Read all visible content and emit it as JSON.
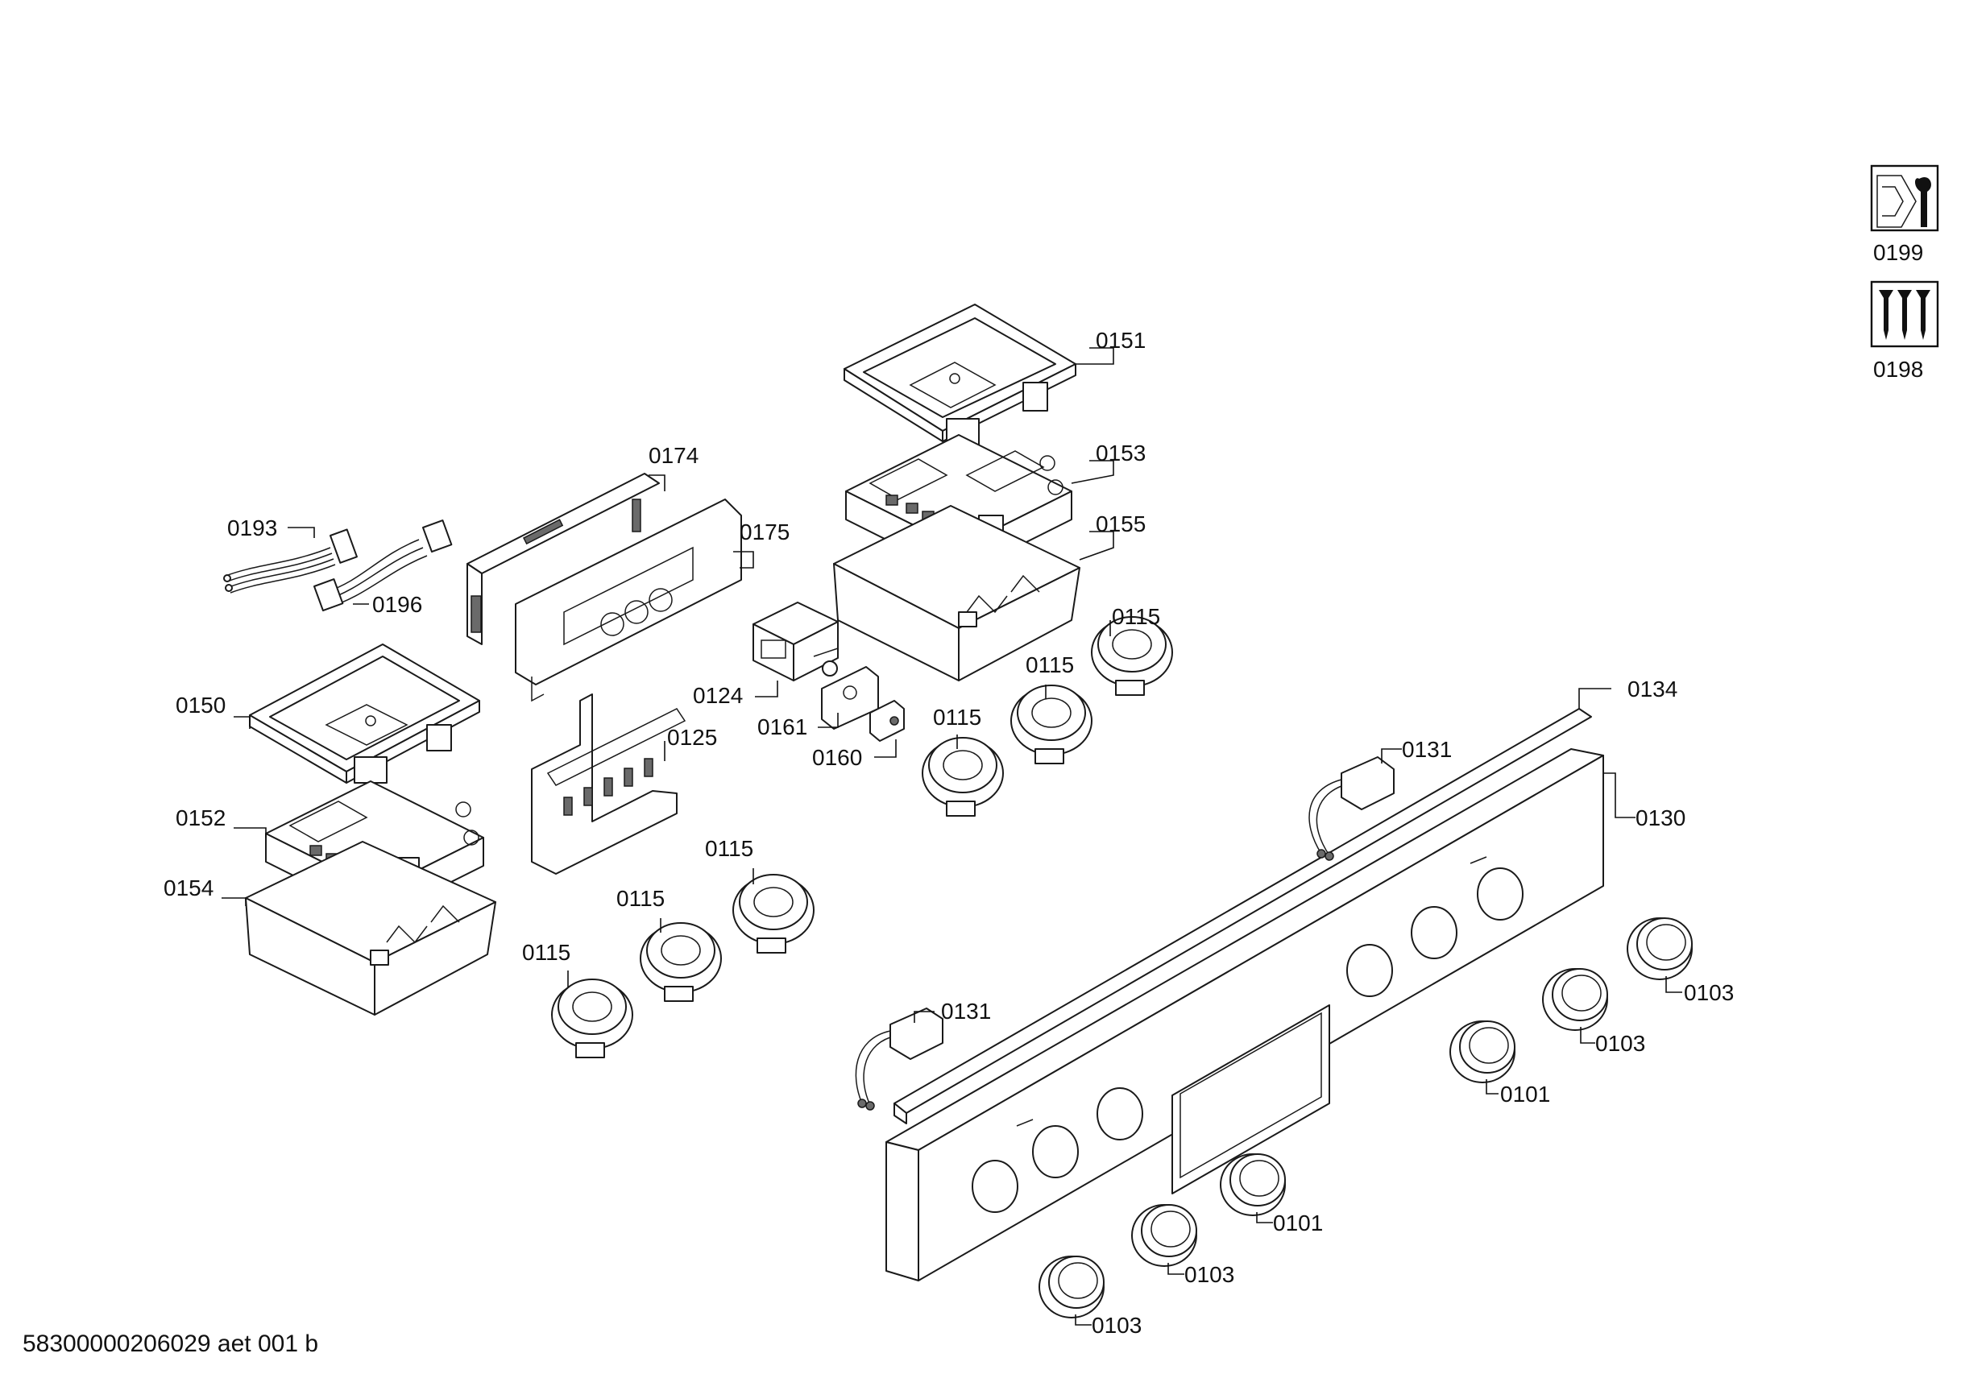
{
  "footer_code": "58300000206029 aet 001 b",
  "callouts": [
    {
      "id": "c0151",
      "text": "0151"
    },
    {
      "id": "c0153",
      "text": "0153"
    },
    {
      "id": "c0155",
      "text": "0155"
    },
    {
      "id": "c0174",
      "text": "0174"
    },
    {
      "id": "c0175",
      "text": "0175"
    },
    {
      "id": "c0193",
      "text": "0193"
    },
    {
      "id": "c0196",
      "text": "0196"
    },
    {
      "id": "c0150",
      "text": "0150"
    },
    {
      "id": "c0152",
      "text": "0152"
    },
    {
      "id": "c0154",
      "text": "0154"
    },
    {
      "id": "c0124",
      "text": "0124"
    },
    {
      "id": "c0161",
      "text": "0161"
    },
    {
      "id": "c0160",
      "text": "0160"
    },
    {
      "id": "c0125",
      "text": "0125"
    },
    {
      "id": "c0115a",
      "text": "0115"
    },
    {
      "id": "c0115b",
      "text": "0115"
    },
    {
      "id": "c0115c",
      "text": "0115"
    },
    {
      "id": "c0115d",
      "text": "0115"
    },
    {
      "id": "c0115e",
      "text": "0115"
    },
    {
      "id": "c0115f",
      "text": "0115"
    },
    {
      "id": "c0134",
      "text": "0134"
    },
    {
      "id": "c0131a",
      "text": "0131"
    },
    {
      "id": "c0131b",
      "text": "0131"
    },
    {
      "id": "c0130",
      "text": "0130"
    },
    {
      "id": "c0103a",
      "text": "0103"
    },
    {
      "id": "c0103b",
      "text": "0103"
    },
    {
      "id": "c0103c",
      "text": "0103"
    },
    {
      "id": "c0103d",
      "text": "0103"
    },
    {
      "id": "c0101a",
      "text": "0101"
    },
    {
      "id": "c0101b",
      "text": "0101"
    }
  ],
  "side_icons": [
    {
      "id": "i0199",
      "text": "0199",
      "icon": "tool-wrench-icon"
    },
    {
      "id": "i0198",
      "text": "0198",
      "icon": "screws-icon"
    }
  ]
}
